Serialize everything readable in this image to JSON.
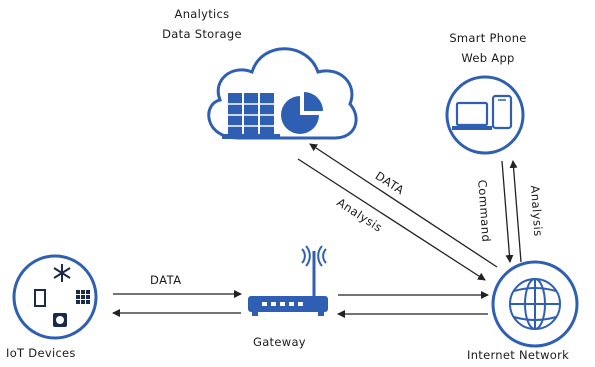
{
  "nodes": {
    "cloud": {
      "line1": "Analytics",
      "line2": "Data Storage",
      "icon": "cloud-storage-icon"
    },
    "phone": {
      "line1": "Smart Phone",
      "line2": "Web App",
      "icon": "devices-icon"
    },
    "iot": {
      "label": "IoT Devices",
      "icon": "iot-devices-icon"
    },
    "gateway": {
      "label": "Gateway",
      "icon": "router-icon"
    },
    "internet": {
      "label": "Internet Network",
      "icon": "globe-icon"
    }
  },
  "edges": {
    "iot_gateway_data": "DATA",
    "cloud_internet_data": "DATA",
    "cloud_internet_analysis": "Analysis",
    "phone_internet_command": "Command",
    "phone_internet_analysis": "Analysis"
  },
  "colors": {
    "accent": "#2f5fb3",
    "light": "#d6e6f5",
    "line": "#222222"
  }
}
